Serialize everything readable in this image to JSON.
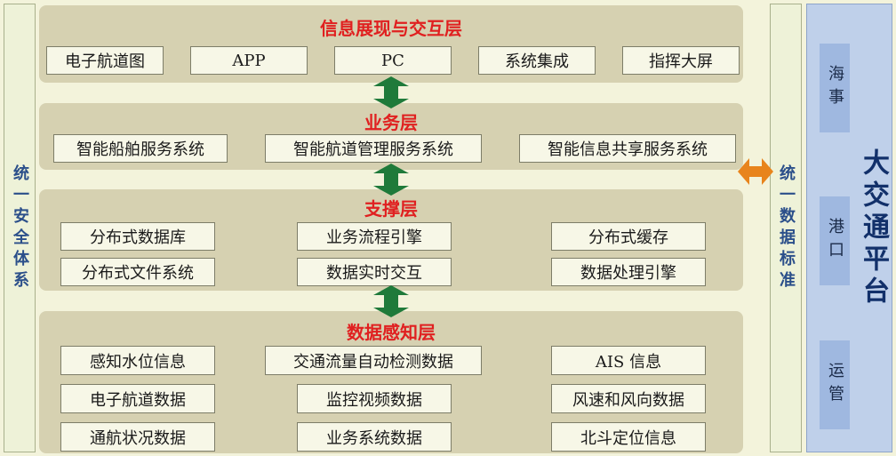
{
  "left_bar": "统一安全体系",
  "mid_bar": "统一数据标准",
  "platform": {
    "title": "大交通平台",
    "items": [
      "海事",
      "港口",
      "运管"
    ]
  },
  "layers": {
    "presentation": {
      "title": "信息展现与交互层",
      "boxes": [
        "电子航道图",
        "APP",
        "PC",
        "系统集成",
        "指挥大屏"
      ]
    },
    "business": {
      "title": "业务层",
      "boxes": [
        "智能船舶服务系统",
        "智能航道管理服务系统",
        "智能信息共享服务系统"
      ]
    },
    "support": {
      "title": "支撑层",
      "boxes": [
        "分布式数据库",
        "业务流程引擎",
        "分布式缓存",
        "分布式文件系统",
        "数据实时交互",
        "数据处理引擎"
      ]
    },
    "sensing": {
      "title": "数据感知层",
      "boxes": [
        "感知水位信息",
        "交通流量自动检测数据",
        "AIS 信息",
        "电子航道数据",
        "监控视频数据",
        "风速和风向数据",
        "通航状况数据",
        "业务系统数据",
        "北斗定位信息"
      ]
    }
  },
  "colors": {
    "layer_bg": "#d6d1b1",
    "title_red": "#e02020",
    "arrow_green": "#1f7a3a",
    "arrow_orange": "#e8841c",
    "platform_bg": "#bfd0ea"
  }
}
